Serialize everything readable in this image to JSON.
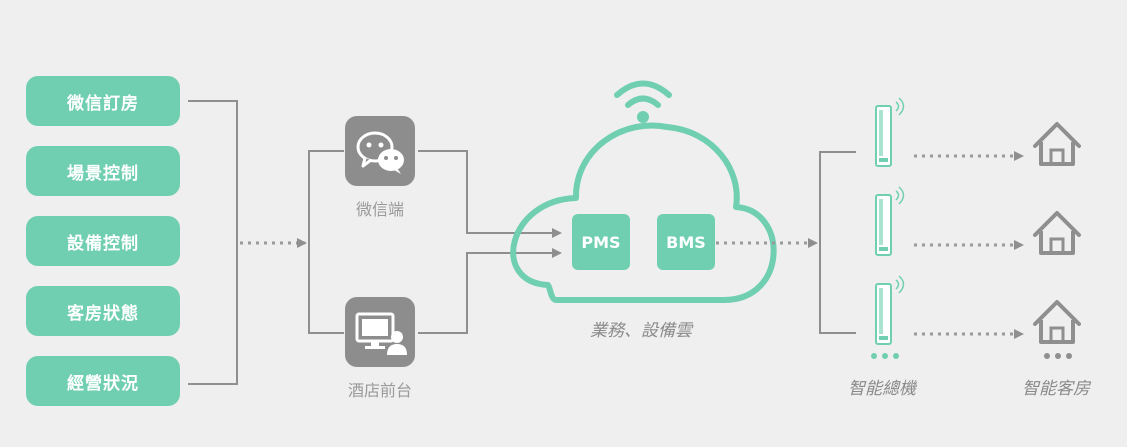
{
  "inputs": [
    "微信訂房",
    "場景控制",
    "設備控制",
    "客房狀態",
    "經營狀況"
  ],
  "channels": {
    "wechat": {
      "label": "微信端",
      "icon": "wechat-icon"
    },
    "frontdesk": {
      "label": "酒店前台",
      "icon": "computer-user-icon"
    }
  },
  "cloud": {
    "systems": [
      "PMS",
      "BMS"
    ],
    "caption": "業務、設備雲",
    "icon": "wifi-icon"
  },
  "outputs": {
    "host_label": "智能總機",
    "room_label": "智能客房",
    "host_icon": "gateway-device-icon",
    "room_icon": "house-icon",
    "rows": 3
  },
  "colors": {
    "accent": "#6fcfb0",
    "tile": "#8d8d8d",
    "line": "#8f8f8f",
    "text": "#9a9a9a"
  }
}
